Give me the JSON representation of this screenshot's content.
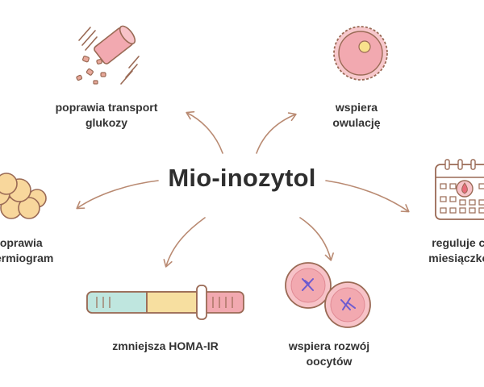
{
  "title": "Mio-inozytol",
  "benefits": [
    {
      "line1": "poprawia transport",
      "line2": "glukozy",
      "icon": "glucose-transport-icon"
    },
    {
      "line1": "wspiera",
      "line2": "owulację",
      "icon": "ovum-icon"
    },
    {
      "line1": "poprawia",
      "line2": "spermiogram",
      "icon": "sperm-cells-icon"
    },
    {
      "line1": "reguluje cykl",
      "line2": "miesiączkowy",
      "icon": "calendar-icon"
    },
    {
      "line1": "zmniejsza HOMA-IR",
      "line2": "",
      "icon": "homa-scale-icon"
    },
    {
      "line1": "wspiera rozwój",
      "line2": "oocytów",
      "icon": "oocytes-icon"
    }
  ],
  "colors": {
    "outline": "#9a6a55",
    "arrow": "#b98a72",
    "pink": "#f2a9b0",
    "teal": "#bfe6df",
    "yellow": "#f7dfa0",
    "cream": "#f8d79c"
  }
}
